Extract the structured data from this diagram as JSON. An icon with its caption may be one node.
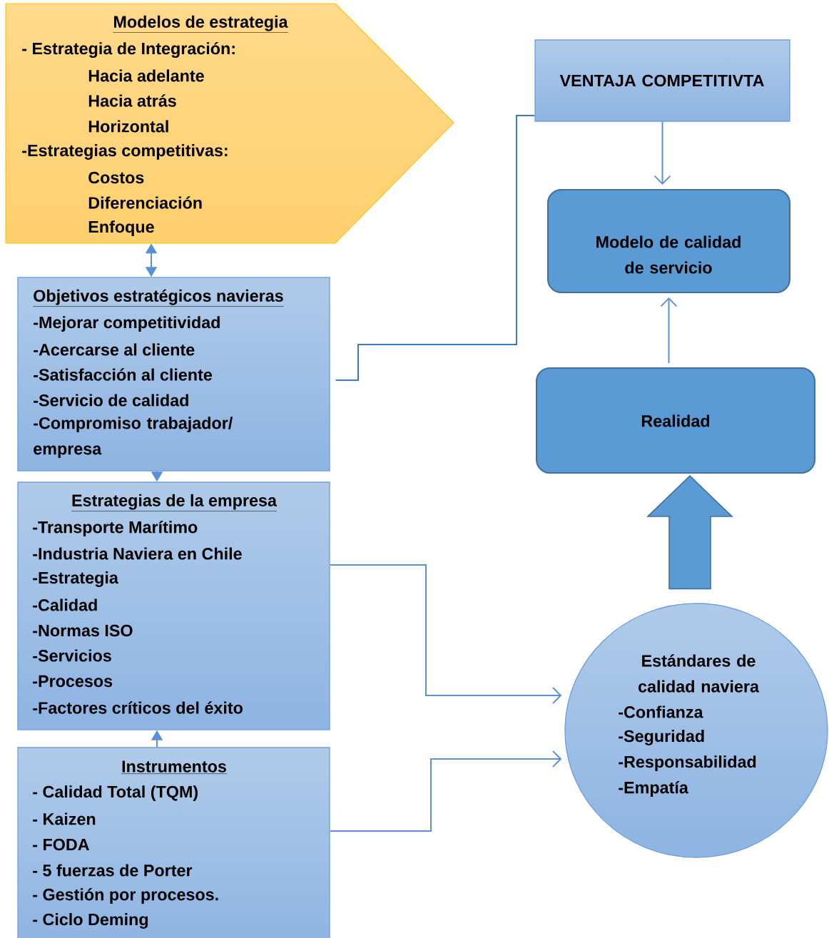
{
  "diagram": {
    "nodes": [
      {
        "text": [
          "Modelos de estrategia",
          "- Estrategia de Integración:",
          "Hacia adelante",
          "Hacia atrás",
          "Horizontal",
          "-Estrategias competitivas:",
          "Costos",
          "Diferenciación",
          "Enfoque"
        ]
      },
      {
        "text": [
          "Objetivos estratégicos navieras",
          "-Mejorar competitividad",
          "-Acercarse al cliente",
          "-Satisfacción al cliente",
          "-Servicio de calidad",
          "-Compromiso trabajador/ empresa"
        ]
      },
      {
        "text": [
          "Estrategias de la empresa",
          "-Transporte Marítimo",
          "-Industria Naviera en Chile",
          "-Estrategia",
          "-Calidad",
          "-Normas ISO",
          "-Servicios",
          "-Procesos",
          "-Factores críticos del éxito"
        ]
      },
      {
        "text": [
          "Instrumentos",
          "- Calidad Total (TQM)",
          "- Kaizen",
          "- FODA",
          "- 5 fuerzas de Porter",
          "- Gestión por procesos.",
          "- Ciclo Deming"
        ]
      },
      {
        "text": [
          "VENTAJA COMPETITIVTA"
        ]
      },
      {
        "text": [
          "Modelo de calidad de servicio"
        ]
      },
      {
        "text": [
          "Realidad"
        ]
      },
      {
        "text": [
          "Estándares de calidad naviera",
          "-Confianza",
          "-Seguridad",
          "-Responsabilidad",
          "-Empatía"
        ]
      }
    ],
    "edges": [
      {
        "from": 0,
        "to": 1,
        "arrow": "both"
      },
      {
        "from": 1,
        "to": 2,
        "arrow": "to"
      },
      {
        "from": 3,
        "to": 2,
        "arrow": "to"
      },
      {
        "from": 1,
        "to": 4,
        "arrow": "none",
        "color": "#3a78c0"
      },
      {
        "from": 4,
        "to": 5,
        "arrow": "to"
      },
      {
        "from": 6,
        "to": 5,
        "arrow": "to"
      },
      {
        "from": 2,
        "to": 7,
        "arrow": "to"
      },
      {
        "from": 3,
        "to": 7,
        "arrow": "to"
      },
      {
        "from": 7,
        "to": 6,
        "arrow": "to",
        "style": "thick"
      }
    ]
  }
}
